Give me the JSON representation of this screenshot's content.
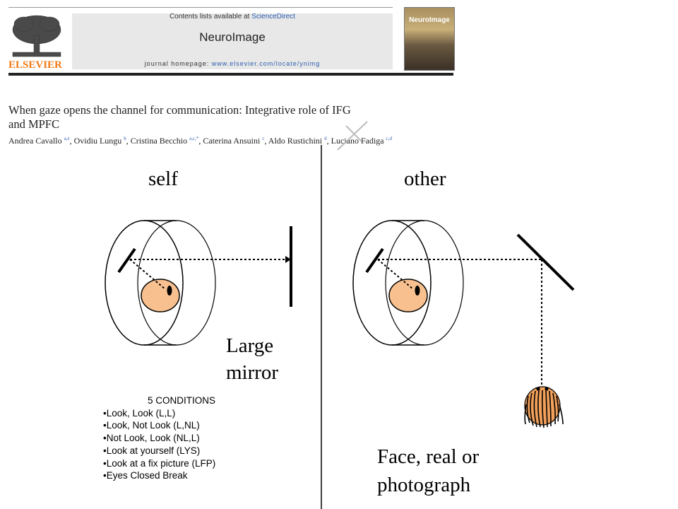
{
  "header": {
    "available_prefix": "Contents lists available at ",
    "available_link": "ScienceDirect",
    "journal": "NeuroImage",
    "homepage_prefix": "journal homepage: ",
    "homepage_url": "www.elsevier.com/locate/ynimg",
    "publisher": "ELSEVIER",
    "cover_title": "NeuroImage"
  },
  "article": {
    "title_line1": "When gaze opens the channel for communication: Integrative role of IFG",
    "title_line2": "and MPFC",
    "authors": [
      {
        "name": "Andrea Cavallo",
        "aff": "a,e"
      },
      {
        "name": "Ovidiu Lungu",
        "aff": "b"
      },
      {
        "name": "Cristina Becchio",
        "aff": "a,c,*"
      },
      {
        "name": "Caterina Ansuini",
        "aff": "c"
      },
      {
        "name": "Aldo Rustichini",
        "aff": "d"
      },
      {
        "name": "Luciano Fadiga",
        "aff": "c,d"
      }
    ]
  },
  "diagram": {
    "label_self": "self",
    "label_other": "other",
    "label_mirror_line1": "Large",
    "label_mirror_line2": "mirror",
    "label_face_line1": "Face, real or",
    "label_face_line2": "photograph",
    "conditions_heading": "5 CONDITIONS",
    "conditions": [
      "•Look, Look  (L,L)",
      "•Look, Not Look  (L,NL)",
      "•Not Look, Look  (NL,L)",
      "•Look at yourself  (LYS)",
      "•Look at a fix picture (LFP)",
      "•Eyes Closed Break"
    ],
    "colors": {
      "head_fill": "#f8c08e",
      "ink": "#000000",
      "accent": "#f07a14"
    }
  }
}
